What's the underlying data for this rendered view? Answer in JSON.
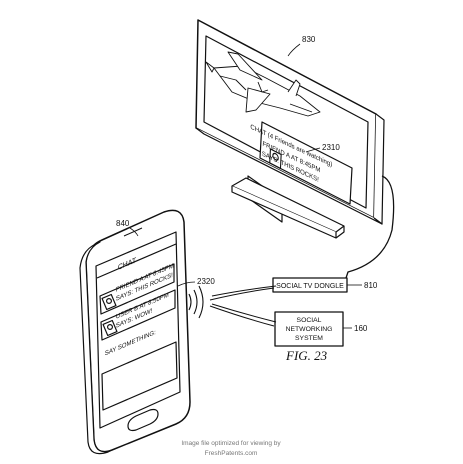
{
  "figure_label": "FIG. 23",
  "refs": {
    "tv": "830",
    "tv_chat": "2310",
    "phone": "840",
    "phone_chat": "2320",
    "dongle": "810",
    "sns": "160"
  },
  "tv_chat": {
    "title": "CHAT (4 Friends are watching)",
    "line1": "FRIEND A AT 8:45PM",
    "line2": "SAYS: THIS ROCKS!"
  },
  "phone": {
    "title": "CHAT",
    "msg1_line1": "FRIEND A AT 8:45PM",
    "msg1_line2": "SAYS: THIS ROCKS!",
    "msg2_line1": "USER B AT 8:50PM",
    "msg2_line2": "SAYS: WOW!",
    "input_label": "SAY SOMETHING:"
  },
  "dongle_label": "SOCIAL TV DONGLE",
  "sns_label": [
    "SOCIAL",
    "NETWORKING",
    "SYSTEM"
  ],
  "footer": [
    "Image file optimized for viewing by",
    "FreshPatents.com"
  ]
}
